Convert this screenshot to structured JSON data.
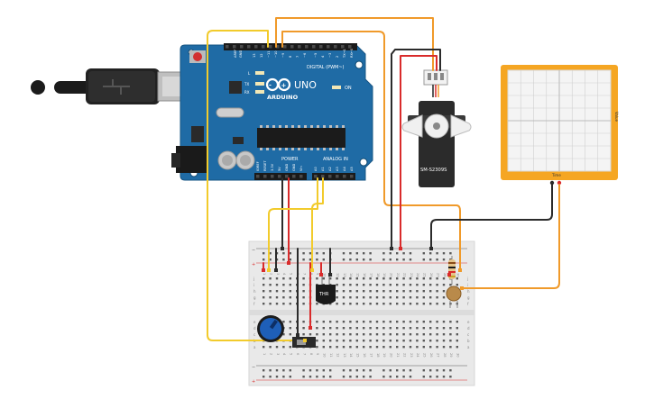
{
  "arduino": {
    "brand": "ARDUINO",
    "model": "UNO",
    "digital_header": "DIGITAL (PWM~)",
    "power_label": "POWER",
    "analog_label": "ANALOG IN",
    "on_label": "ON",
    "led_l": "L",
    "led_tx": "TX",
    "led_rx": "RX",
    "aref": "AREF",
    "gnd": "GND",
    "digital_pins": [
      "13",
      "12",
      "~11",
      "~10",
      "~9",
      "8",
      "7",
      "~6",
      "~5",
      "4",
      "~3",
      "2",
      "TX→1",
      "RX←0"
    ],
    "power_pins": [
      "IOREF",
      "RESET",
      "3.3V",
      "5V",
      "GND",
      "GND",
      "Vin"
    ],
    "analog_pins": [
      "A0",
      "A1",
      "A2",
      "A3",
      "A4",
      "A5"
    ]
  },
  "servo": {
    "label": "SM-S2309S"
  },
  "thermistor": {
    "label": "THR"
  },
  "plotter": {
    "x_label": "Time",
    "y_label": "Value"
  },
  "breadboard": {
    "rows_top": [
      "j",
      "i",
      "h",
      "g",
      "f"
    ],
    "rows_bottom": [
      "e",
      "d",
      "c",
      "b",
      "a"
    ],
    "columns": [
      "1",
      "2",
      "3",
      "4",
      "5",
      "6",
      "7",
      "8",
      "9",
      "10",
      "11",
      "12",
      "13",
      "14",
      "15",
      "16",
      "17",
      "18",
      "19",
      "20",
      "21",
      "22",
      "23",
      "24",
      "25",
      "26",
      "27",
      "28",
      "29",
      "30"
    ]
  },
  "colors": {
    "board": "#1f6ba5",
    "wire_yellow": "#f2cb2c",
    "wire_orange": "#f09a2a",
    "wire_red": "#d92b2b",
    "wire_black": "#2b2b2b",
    "plotter_frame": "#f5a623"
  }
}
